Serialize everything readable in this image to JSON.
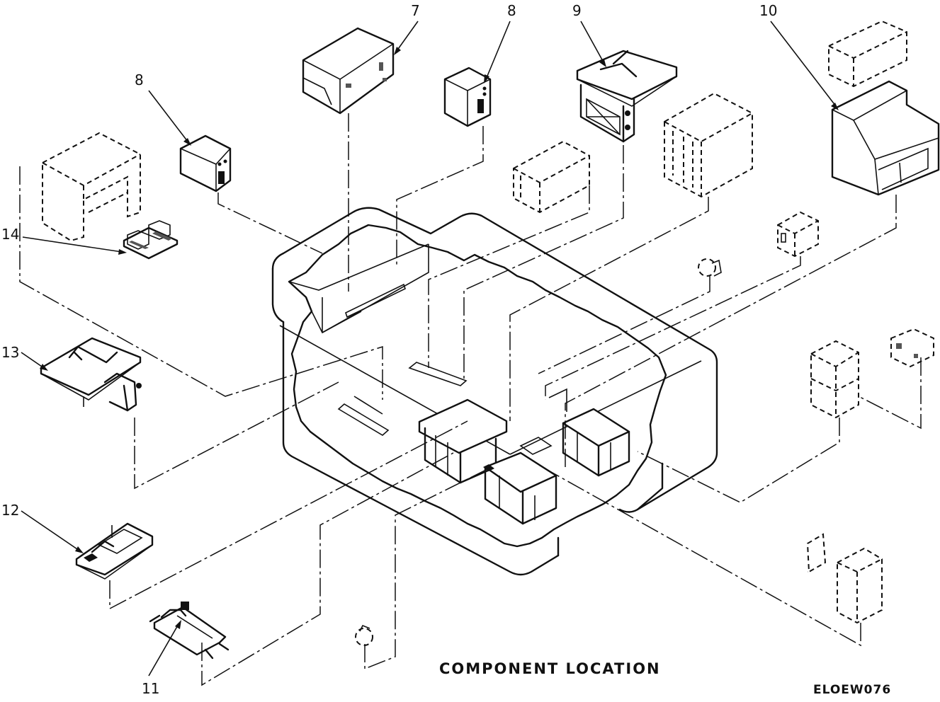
{
  "title": "COMPONENT LOCATION",
  "figure_code": "ELOEW076",
  "callouts": [
    {
      "id": "c7",
      "label": "7"
    },
    {
      "id": "c8a",
      "label": "8"
    },
    {
      "id": "c8b",
      "label": "8"
    },
    {
      "id": "c9",
      "label": "9"
    },
    {
      "id": "c10",
      "label": "10"
    },
    {
      "id": "c11",
      "label": "11"
    },
    {
      "id": "c12",
      "label": "12"
    },
    {
      "id": "c13",
      "label": "13"
    },
    {
      "id": "c14",
      "label": "14"
    }
  ]
}
